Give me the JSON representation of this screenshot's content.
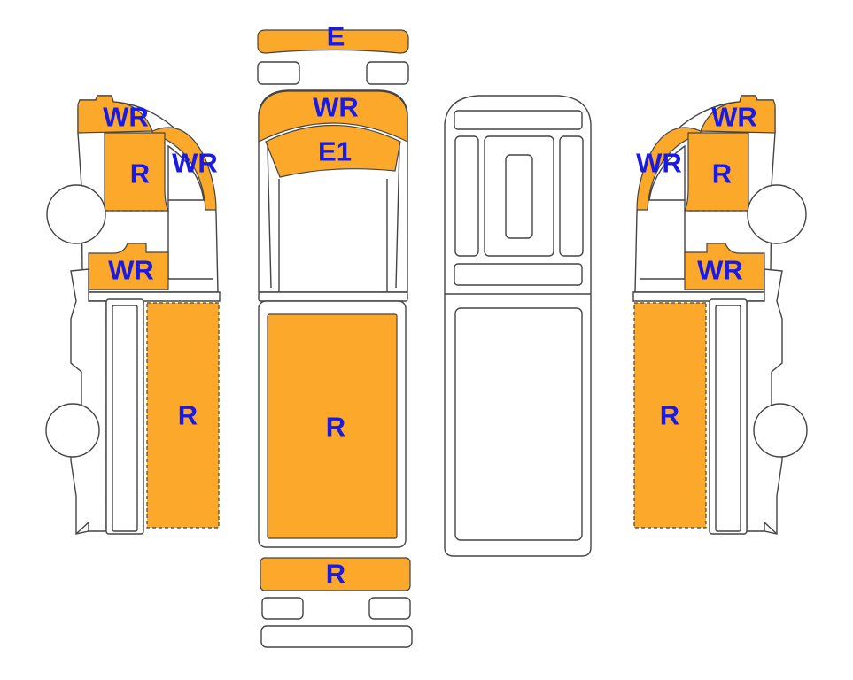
{
  "colors": {
    "zone_fill": "#FBA82B",
    "label_text": "#1A1AE6",
    "outline": "#444444",
    "background": "#FFFFFF"
  },
  "labels": {
    "front_top": "E",
    "cab_roof_front": "WR",
    "cab_roof": "E1",
    "box_roof": "R",
    "rear_bottom": "R",
    "left_upper": "WR",
    "left_cab_side": "R",
    "left_windshield": "WR",
    "left_lower": "WR",
    "left_box_side": "R",
    "right_upper": "WR",
    "right_cab_side": "R",
    "right_windshield": "WR",
    "right_lower": "WR",
    "right_box_side": "R"
  }
}
